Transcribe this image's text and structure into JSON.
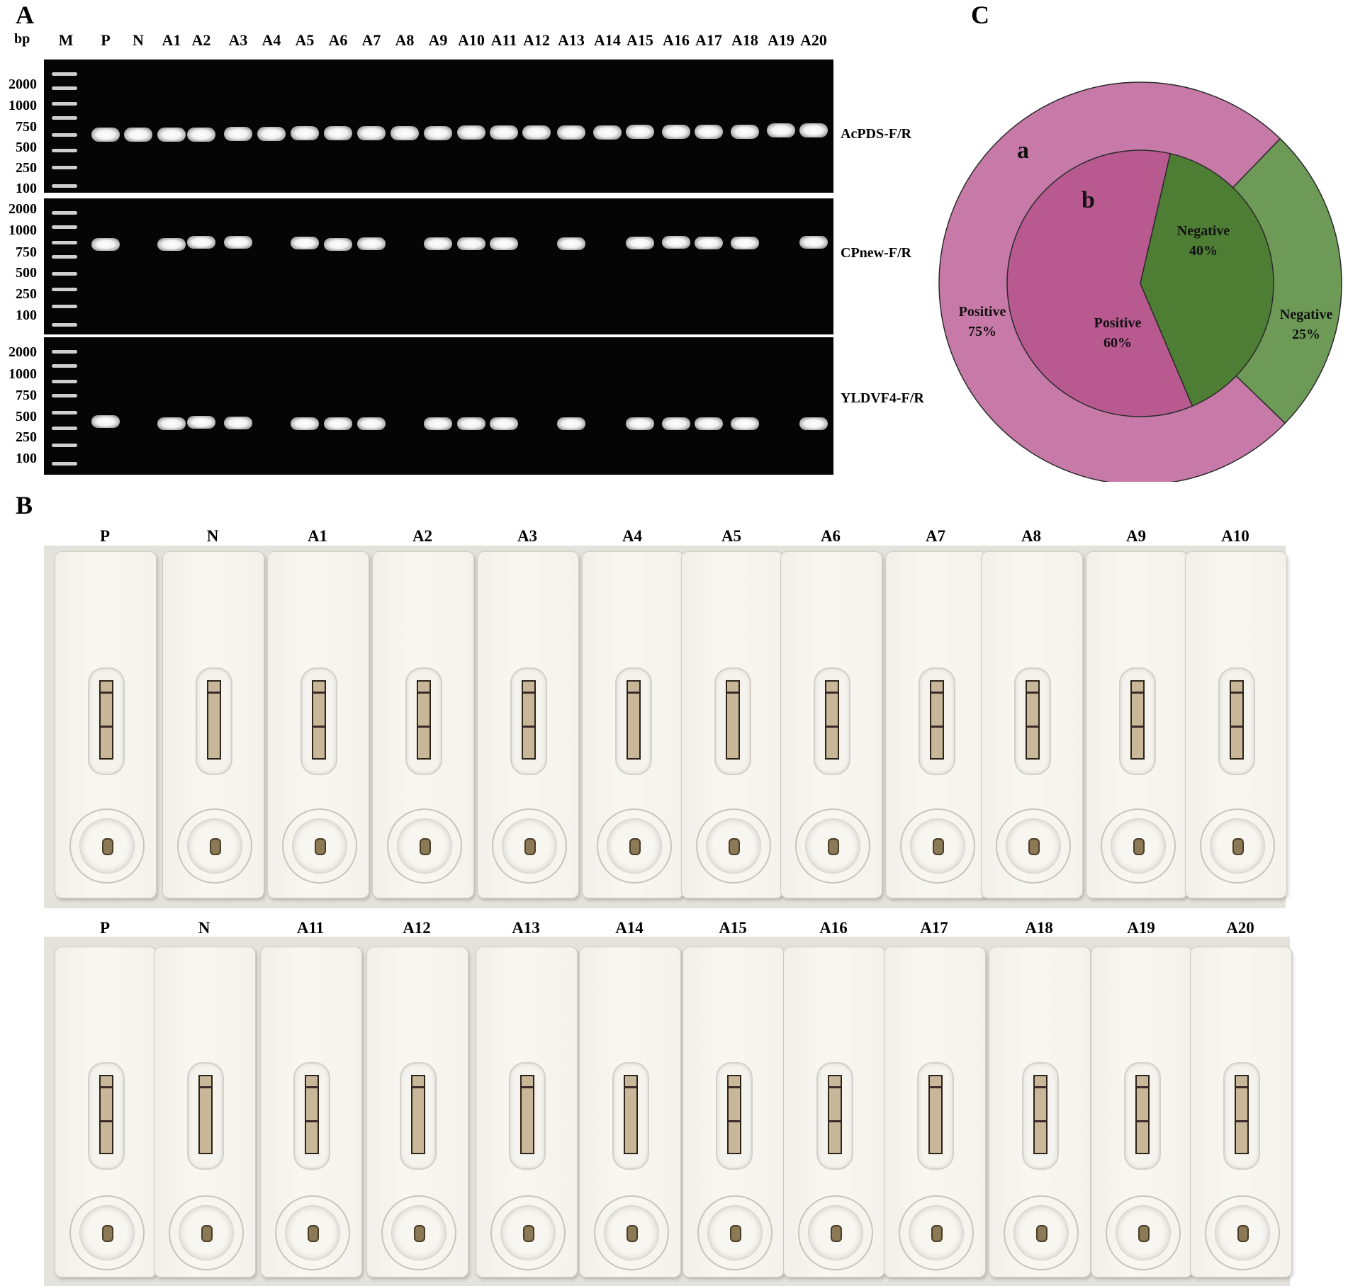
{
  "panels": {
    "A": "A",
    "B": "B",
    "C": "C"
  },
  "gel": {
    "bp_label": "bp",
    "lanes": [
      "M",
      "P",
      "N",
      "A1",
      "A2",
      "A3",
      "A4",
      "A5",
      "A6",
      "A7",
      "A8",
      "A9",
      "A10",
      "A11",
      "A12",
      "A13",
      "A14",
      "A15",
      "A16",
      "A17",
      "A18",
      "A19",
      "A20"
    ],
    "blocks": [
      {
        "primer": "AcPDS-F/R",
        "ticks": [
          "2000",
          "1000",
          "750",
          "500",
          "250",
          "100"
        ],
        "band_lanes": [
          "P",
          "N",
          "A1",
          "A2",
          "A3",
          "A4",
          "A5",
          "A6",
          "A7",
          "A8",
          "A9",
          "A10",
          "A11",
          "A12",
          "A13",
          "A14",
          "A15",
          "A16",
          "A17",
          "A18",
          "A19",
          "A20"
        ]
      },
      {
        "primer": "CPnew-F/R",
        "ticks": [
          "2000",
          "1000",
          "750",
          "500",
          "250",
          "100"
        ],
        "band_lanes": [
          "P",
          "A1",
          "A2",
          "A3",
          "A5",
          "A6",
          "A7",
          "A9",
          "A10",
          "A11",
          "A13",
          "A15",
          "A16",
          "A17",
          "A18",
          "A20"
        ]
      },
      {
        "primer": "YLDVF4-F/R",
        "ticks": [
          "2000",
          "1000",
          "750",
          "500",
          "250",
          "100"
        ],
        "band_lanes": [
          "P",
          "A1",
          "A2",
          "A3",
          "A5",
          "A6",
          "A7",
          "A9",
          "A10",
          "A11",
          "A13",
          "A15",
          "A16",
          "A17",
          "A18",
          "A20"
        ]
      }
    ]
  },
  "strips": {
    "row1": [
      "P",
      "N",
      "A1",
      "A2",
      "A3",
      "A4",
      "A5",
      "A6",
      "A7",
      "A8",
      "A9",
      "A10"
    ],
    "row2": [
      "P",
      "N",
      "A11",
      "A12",
      "A13",
      "A14",
      "A15",
      "A16",
      "A17",
      "A18",
      "A19",
      "A20"
    ],
    "test_line": {
      "P": true,
      "N": false,
      "A1": true,
      "A2": true,
      "A3": true,
      "A4": false,
      "A5": false,
      "A6": true,
      "A7": true,
      "A8": true,
      "A9": true,
      "A10": true,
      "A11": true,
      "A12": false,
      "A13": false,
      "A14": false,
      "A15": true,
      "A16": true,
      "A17": false,
      "A18": true,
      "A19": true,
      "A20": true
    }
  },
  "chart_data": {
    "type": "pie",
    "rings": [
      {
        "name": "a",
        "slices": [
          {
            "label": "Positive",
            "value": 75,
            "text": "75%",
            "color": "#c77aa8"
          },
          {
            "label": "Negative",
            "value": 25,
            "text": "25%",
            "color": "#6e9a58"
          }
        ]
      },
      {
        "name": "b",
        "slices": [
          {
            "label": "Positive",
            "value": 60,
            "text": "60%",
            "color": "#b85a8f"
          },
          {
            "label": "Negative",
            "value": 40,
            "text": "40%",
            "color": "#4e7d34"
          }
        ]
      }
    ]
  }
}
